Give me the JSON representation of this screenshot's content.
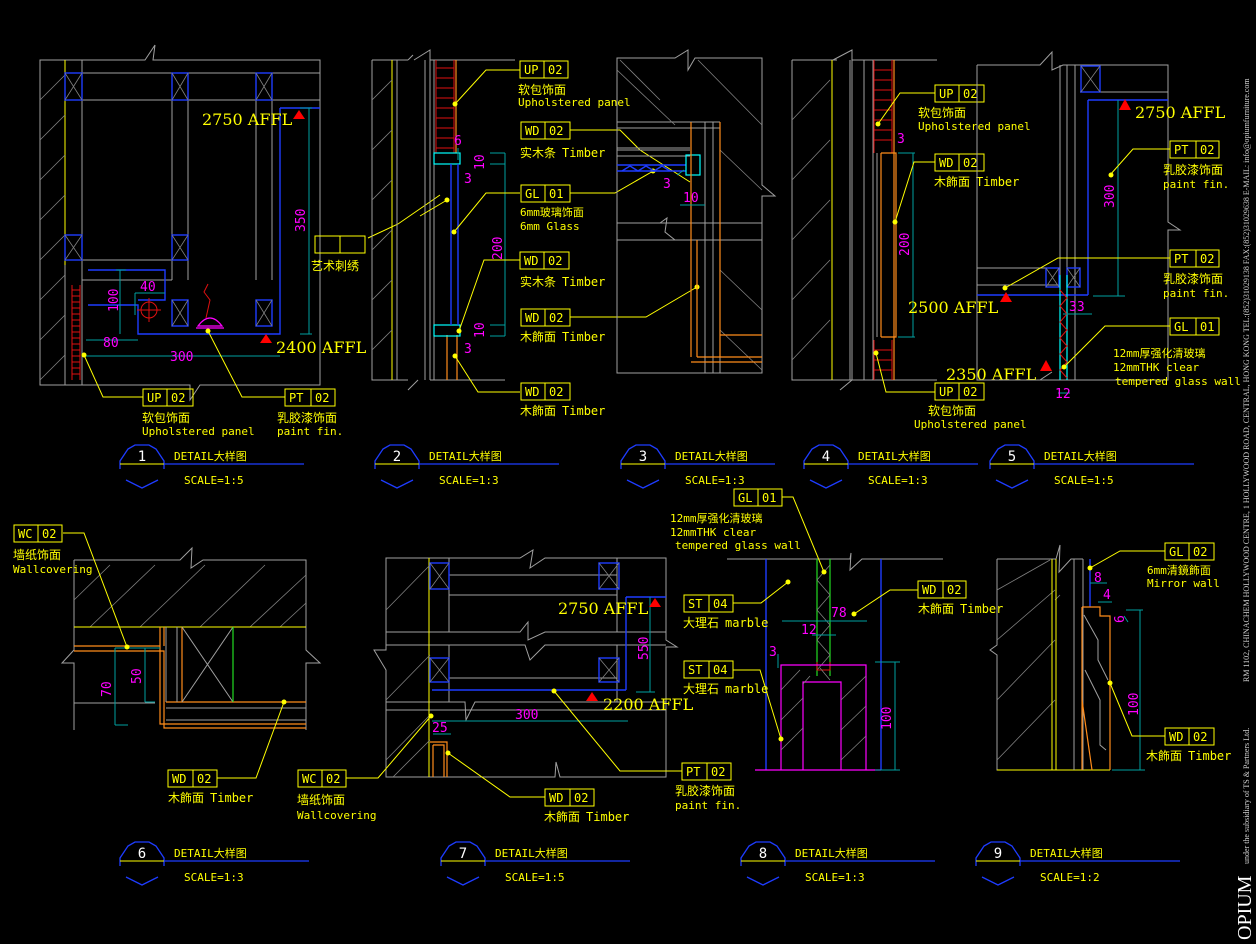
{
  "colors": {
    "background": "#000000",
    "annotation": "#ffff00",
    "dimension_text": "#ff00ff",
    "dimension_line": "#00a0a0",
    "level_marker": "#ff0000",
    "section_line": "#1e3cff",
    "outline": "#a0a0a0",
    "timber": "#ff8c1a",
    "glass": "#00ffff"
  },
  "details": [
    {
      "number": "1",
      "title": "DETAIL大样图",
      "scale": "SCALE=1:5"
    },
    {
      "number": "2",
      "title": "DETAIL大样图",
      "scale": "SCALE=1:3"
    },
    {
      "number": "3",
      "title": "DETAIL大样图",
      "scale": "SCALE=1:3"
    },
    {
      "number": "4",
      "title": "DETAIL大样图",
      "scale": "SCALE=1:3"
    },
    {
      "number": "5",
      "title": "DETAIL大样图",
      "scale": "SCALE=1:5"
    },
    {
      "number": "6",
      "title": "DETAIL大样图",
      "scale": "SCALE=1:3"
    },
    {
      "number": "7",
      "title": "DETAIL大样图",
      "scale": "SCALE=1:5"
    },
    {
      "number": "8",
      "title": "DETAIL大样图",
      "scale": "SCALE=1:3"
    },
    {
      "number": "9",
      "title": "DETAIL大样图",
      "scale": "SCALE=1:2"
    }
  ],
  "levels": {
    "d1_top": "2750 AFFL",
    "d1_bottom": "2400 AFFL",
    "d4_a": "2500 AFFL",
    "d4_b": "2350 AFFL",
    "d5_top": "2750 AFFL",
    "d7_top": "2750 AFFL",
    "d7_bottom": "2200 AFFL"
  },
  "dims": {
    "d1": [
      "350",
      "100",
      "40",
      "80",
      "300"
    ],
    "d2": [
      "6",
      "10",
      "3",
      "200",
      "10",
      "3"
    ],
    "d3": [
      "3",
      "10"
    ],
    "d4": [
      "3",
      "200"
    ],
    "d5": [
      "300",
      "33",
      "12"
    ],
    "d6": [
      "70",
      "50"
    ],
    "d7": [
      "550",
      "300",
      "25"
    ],
    "d8": [
      "78",
      "12",
      "3",
      "100"
    ],
    "d9": [
      "8",
      "4",
      "6",
      "100"
    ]
  },
  "tags": {
    "d1_up": {
      "code": "UP",
      "no": "02",
      "cn": "软包饰面",
      "en": "Upholstered panel"
    },
    "d1_pt": {
      "code": "PT",
      "no": "02",
      "cn": "乳胶漆饰面",
      "en": "paint fin."
    },
    "d1_art": {
      "cn": "艺术刺绣"
    },
    "d2_up": {
      "code": "UP",
      "no": "02",
      "cn": "软包饰面",
      "en": "Upholstered panel"
    },
    "d2_wd_a": {
      "code": "WD",
      "no": "02",
      "cn": "实木条",
      "en": "Timber"
    },
    "d2_gl": {
      "code": "GL",
      "no": "01",
      "cn": "6mm玻璃饰面",
      "en": "6mm Glass"
    },
    "d2_wd_b": {
      "code": "WD",
      "no": "02",
      "cn": "实木条",
      "en": "Timber"
    },
    "d2_wd_c": {
      "code": "WD",
      "no": "02",
      "cn": "木飾面",
      "en": "Timber"
    },
    "d2_wd_d": {
      "code": "WD",
      "no": "02",
      "cn": "木飾面",
      "en": "Timber"
    },
    "d4_up_a": {
      "code": "UP",
      "no": "02",
      "cn": "软包饰面",
      "en": "Upholstered panel"
    },
    "d4_wd": {
      "code": "WD",
      "no": "02",
      "cn": "木飾面",
      "en": "Timber"
    },
    "d4_up_b": {
      "code": "UP",
      "no": "02",
      "cn": "软包饰面",
      "en": "Upholstered panel"
    },
    "d5_pt_a": {
      "code": "PT",
      "no": "02",
      "cn": "乳胶漆饰面",
      "en": "paint fin."
    },
    "d5_pt_b": {
      "code": "PT",
      "no": "02",
      "cn": "乳胶漆饰面",
      "en": "paint fin."
    },
    "d5_gl": {
      "code": "GL",
      "no": "01",
      "cn": "12mm厚强化清玻璃",
      "en": "12mmTHK clear",
      "en2": "tempered glass wall"
    },
    "d6_wc": {
      "code": "WC",
      "no": "02",
      "cn": "墙纸饰面",
      "en": "Wallcovering"
    },
    "d6_wd": {
      "code": "WD",
      "no": "02",
      "cn": "木飾面",
      "en": "Timber"
    },
    "d7_wc": {
      "code": "WC",
      "no": "02",
      "cn": "墙纸饰面",
      "en": "Wallcovering"
    },
    "d7_wd": {
      "code": "WD",
      "no": "02",
      "cn": "木飾面",
      "en": "Timber"
    },
    "d7_pt": {
      "code": "PT",
      "no": "02",
      "cn": "乳胶漆饰面",
      "en": "paint fin."
    },
    "d8_gl": {
      "code": "GL",
      "no": "01",
      "cn": "12mm厚强化清玻璃",
      "en": "12mmTHK clear",
      "en2": "tempered glass wall"
    },
    "d8_st_a": {
      "code": "ST",
      "no": "04",
      "cn": "大理石",
      "en": "marble"
    },
    "d8_st_b": {
      "code": "ST",
      "no": "04",
      "cn": "大理石",
      "en": "marble"
    },
    "d8_wd": {
      "code": "WD",
      "no": "02",
      "cn": "木飾面",
      "en": "Timber"
    },
    "d9_gl": {
      "code": "GL",
      "no": "02",
      "cn": "6mm清鏡飾面",
      "en": "Mirror wall"
    },
    "d9_wd": {
      "code": "WD",
      "no": "02",
      "cn": "木飾面",
      "en": "Timber"
    }
  },
  "titleblock": {
    "brand": "OPIUM",
    "subsidiary": "under the subsidiary of TS & Partners Ltd.",
    "address": "RM 1102, CHINACHEM HOLLYWOOD CENTRE, 1 HOLLYWOOD ROAD, CENTRAL, HONG KONG  TEL:(852)31029138  FAX:(852)31029638  E-MAIL: info@opiumfurniture.com"
  }
}
